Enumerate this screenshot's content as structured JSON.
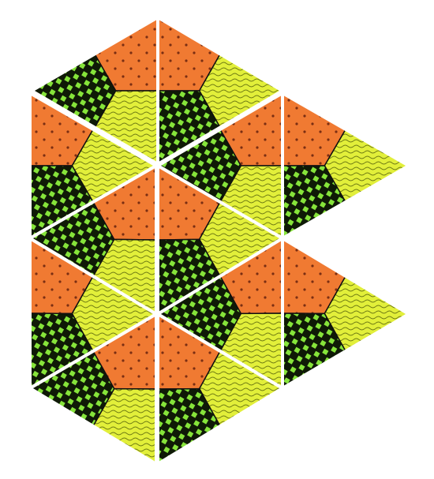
{
  "image": {
    "background": "#ffffff",
    "colors": {
      "orange": "#f07a32",
      "dot": "#7a2e12",
      "yellow": "#e2ef3a",
      "yellow_stroke": "#6e7a12",
      "green_light": "#86e43a",
      "green_dark": "#0f1a06",
      "outline": "#101010",
      "gap": "#ffffff"
    },
    "tiles": [
      {
        "name": "triangle-tile-1",
        "orientation": "right"
      },
      {
        "name": "triangle-tile-2",
        "orientation": "right"
      },
      {
        "name": "triangle-tile-3",
        "orientation": "left"
      },
      {
        "name": "triangle-tile-4",
        "orientation": "right"
      },
      {
        "name": "triangle-tile-5",
        "orientation": "right"
      },
      {
        "name": "triangle-tile-6",
        "orientation": "left"
      },
      {
        "name": "triangle-tile-7",
        "orientation": "right"
      },
      {
        "name": "triangle-tile-8",
        "orientation": "left"
      },
      {
        "name": "triangle-tile-9",
        "orientation": "right"
      },
      {
        "name": "triangle-tile-10",
        "orientation": "left"
      },
      {
        "name": "triangle-tile-11",
        "orientation": "right"
      },
      {
        "name": "triangle-tile-12",
        "orientation": "right"
      }
    ],
    "patterns": {
      "orange": "dotted",
      "yellow": "wavy-lines",
      "green": "checkerboard"
    }
  }
}
